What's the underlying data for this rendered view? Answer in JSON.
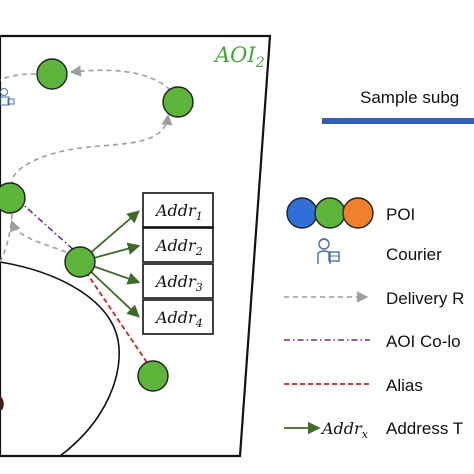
{
  "aoi": {
    "name": "AOI",
    "subscript": "2"
  },
  "header": {
    "sample_label": "Sample subg"
  },
  "addresses": [
    {
      "base": "Addr",
      "sub": "1"
    },
    {
      "base": "Addr",
      "sub": "2"
    },
    {
      "base": "Addr",
      "sub": "3"
    },
    {
      "base": "Addr",
      "sub": "4"
    }
  ],
  "legend": {
    "poi": "POI",
    "courier": "Courier",
    "delivery": "Delivery R",
    "aoi_colocation": "AOI Co-lo",
    "alias": "Alias",
    "address_symbol": {
      "base": "Addr",
      "sub": "x"
    },
    "address": "Address T"
  },
  "colors": {
    "poi_green": "#5cb43a",
    "poi_blue": "#2f6fd6",
    "poi_orange": "#f07f2e",
    "aoi_label": "#48a23a",
    "delivery_arrow": "#9e9e9e",
    "colocation": "#6b2c91",
    "alias": "#c0262b",
    "address_arrow": "#3e6b2a",
    "sample_bar": "#3060b8",
    "courier": "#4a6fa5"
  },
  "icons": [
    "courier-icon"
  ]
}
